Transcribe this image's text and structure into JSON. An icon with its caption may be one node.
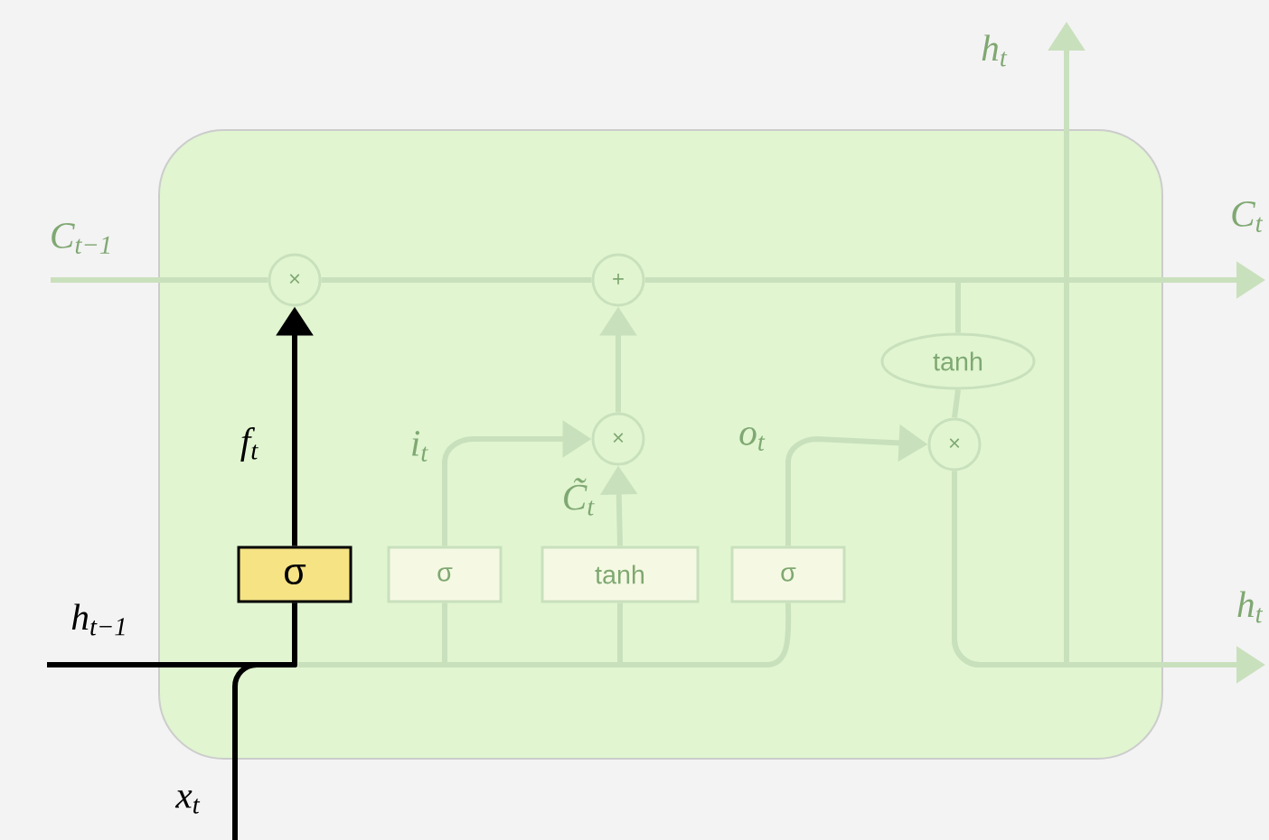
{
  "diagram": {
    "nodes": [
      {
        "text": [],
        "shape": "box"
      },
      {
        "text": [
          "×"
        ],
        "in": 0
      },
      {
        "text": [
          "+"
        ],
        "in": 0
      },
      {
        "text": [
          "tanh"
        ],
        "in": 0
      },
      {
        "text": [
          "×"
        ],
        "in": 0
      },
      {
        "text": [
          "×"
        ],
        "in": 0
      },
      {
        "text": [
          "σ"
        ],
        "in": 0
      },
      {
        "text": [
          "σ"
        ],
        "in": 0
      },
      {
        "text": [
          "tanh"
        ],
        "in": 0
      },
      {
        "text": [
          "σ"
        ],
        "in": 0
      }
    ],
    "edges": [
      {
        "from": null,
        "to": 1,
        "arrow": "none"
      },
      {
        "from": 1,
        "to": 2,
        "arrow": "none"
      },
      {
        "from": 2,
        "to": null,
        "arrow": "to"
      },
      {
        "from": 6,
        "to": 1,
        "arrow": "to",
        "label": "f$_{t}$",
        "color": "#000000"
      },
      {
        "from": null,
        "to": 6,
        "arrow": "none",
        "color": "#000000"
      },
      {
        "from": null,
        "to": 6,
        "arrow": "none",
        "color": "#000000"
      },
      {
        "from": null,
        "to": 7,
        "arrow": "none"
      },
      {
        "from": null,
        "to": 8,
        "arrow": "none"
      },
      {
        "from": null,
        "to": 9,
        "arrow": "none"
      },
      {
        "from": 7,
        "to": 4,
        "arrow": "to",
        "label": "i$_{t}$"
      },
      {
        "from": 8,
        "to": 4,
        "arrow": "to",
        "label": "C̃$_{t}$"
      },
      {
        "from": 4,
        "to": 2,
        "arrow": "to"
      },
      {
        "from": 9,
        "to": 5,
        "arrow": "to",
        "label": "o$_{t}$"
      },
      {
        "from": null,
        "to": 3,
        "arrow": "none"
      },
      {
        "from": 3,
        "to": 5,
        "arrow": "none"
      },
      {
        "from": 5,
        "to": null,
        "arrow": "to"
      },
      {
        "from": 5,
        "to": null,
        "arrow": "to"
      }
    ],
    "labels": [
      "C$_{t−1}$",
      "h$_{t}$",
      "C$_{t}$",
      "h$_{t}$",
      "h$_{t−1}$",
      "x$_{t}$"
    ]
  }
}
